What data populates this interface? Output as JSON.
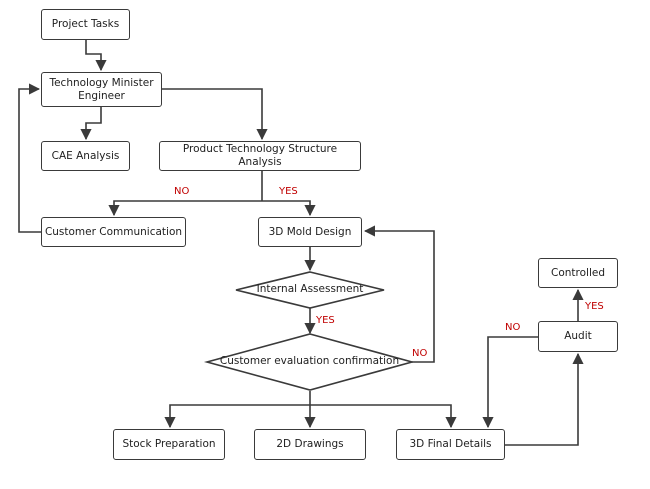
{
  "nodes": {
    "project_tasks": "Project Tasks",
    "technology_minister": "Technology Minister\nEngineer",
    "cae_analysis": "CAE Analysis",
    "product_structure": "Product Technology Structure Analysis",
    "customer_communication": "Customer Communication",
    "mold_design": "3D Mold Design",
    "internal_assessment": "Internal Assessment",
    "customer_evaluation": "Customer evaluation confirmation",
    "stock_preparation": "Stock Preparation",
    "drawings_2d": "2D Drawings",
    "final_details": "3D Final Details",
    "audit": "Audit",
    "controlled": "Controlled"
  },
  "labels": {
    "no_communication": "NO",
    "yes_mold": "YES",
    "yes_internal": "YES",
    "no_evaluation": "NO",
    "no_audit": "NO",
    "yes_audit": "YES"
  },
  "colors": {
    "stroke": "#3a3a3a",
    "label": "#c00000"
  }
}
